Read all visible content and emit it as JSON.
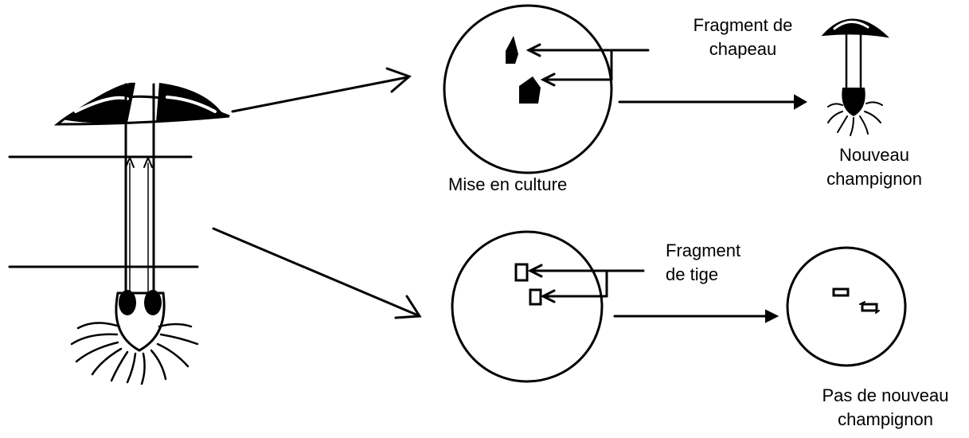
{
  "labels": {
    "cap_fragment": [
      "Fragment de",
      "chapeau"
    ],
    "culture": "Mise en culture",
    "new_mushroom": [
      "Nouveau",
      "champignon"
    ],
    "stem_fragment": [
      "Fragment",
      "de tige"
    ],
    "no_new_mushroom": [
      "Pas de nouveau",
      "champignon"
    ]
  },
  "colors": {
    "ink": "#000000",
    "background": "#ffffff"
  },
  "icons": [
    "mushroom-icon",
    "small-mushroom-icon",
    "petri-dish",
    "arrow"
  ]
}
